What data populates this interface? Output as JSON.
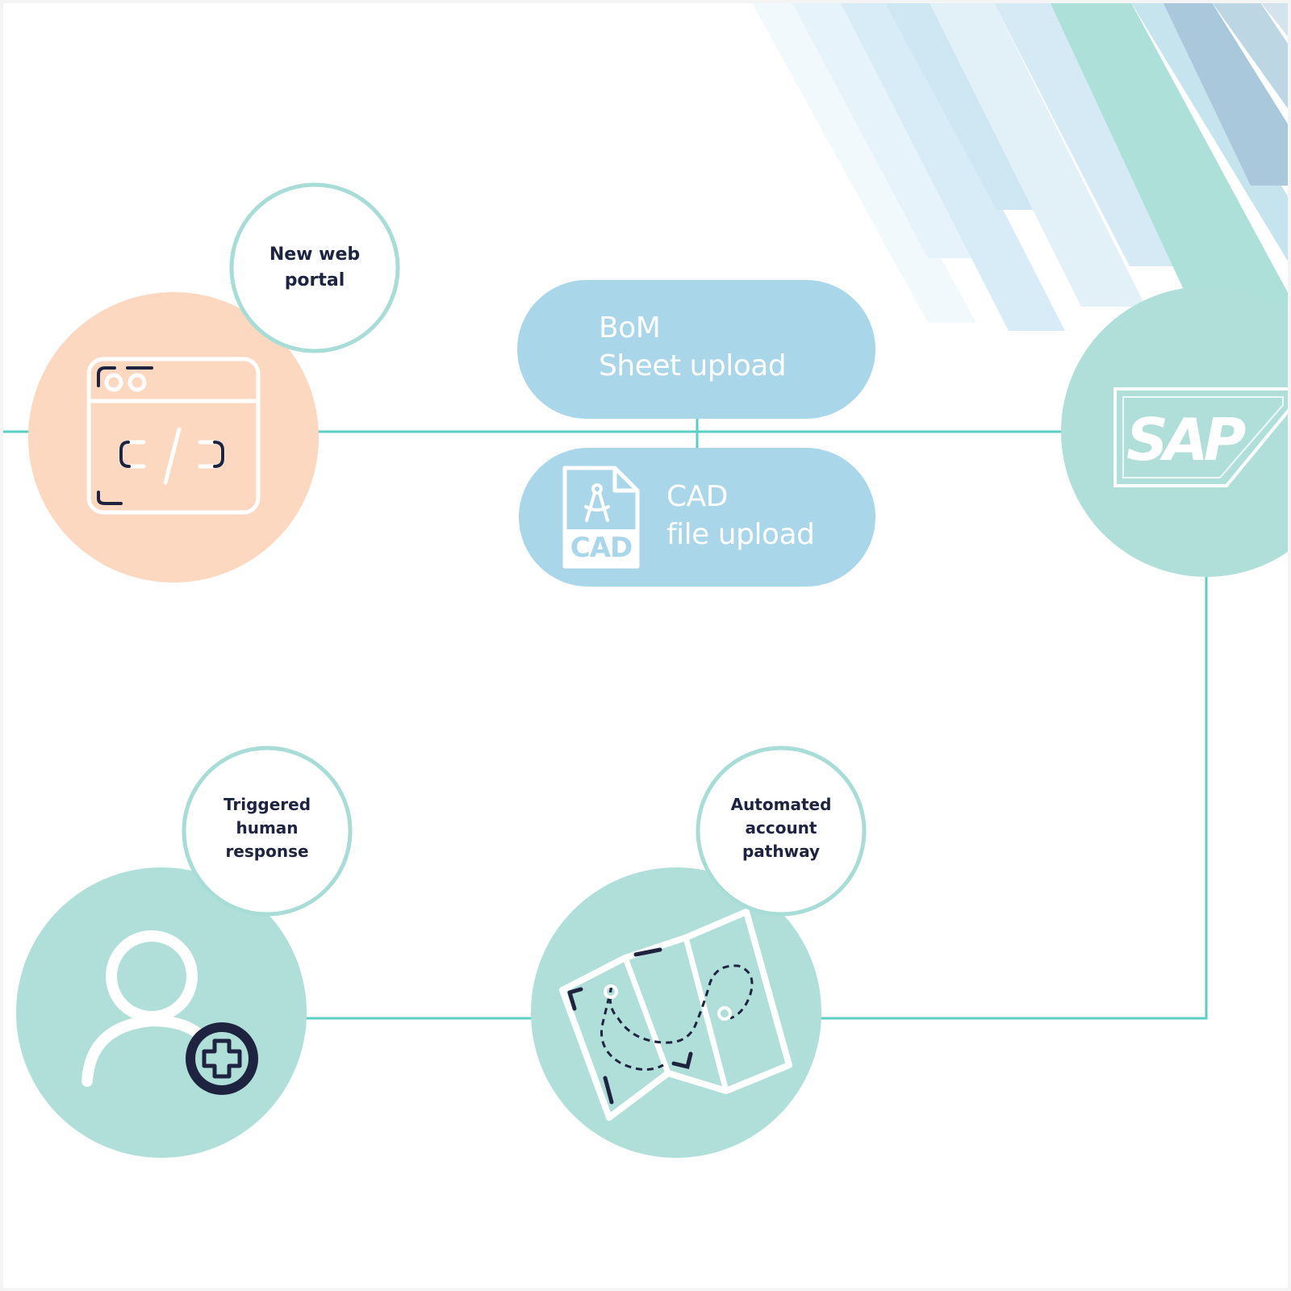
{
  "colors": {
    "teal_circle": "#b0dfd9",
    "peach_circle": "#fcd8c0",
    "pill_blue": "#aad6e9",
    "connector": "#5ccfc4",
    "label_ring": "#a8dcd6",
    "ink": "#1e2440",
    "white": "#ffffff"
  },
  "nodes": {
    "web_portal": {
      "label_lines": [
        "New web",
        "portal"
      ],
      "icon": "code-window-icon"
    },
    "bom_upload": {
      "text_lines": [
        "BoM",
        "Sheet upload"
      ]
    },
    "cad_upload": {
      "text_lines": [
        "CAD",
        "file upload"
      ],
      "icon": "cad-file-icon",
      "icon_text": "CAD"
    },
    "sap": {
      "logo_text": "SAP",
      "icon": "sap-logo-icon"
    },
    "human_response": {
      "label_lines": [
        "Triggered",
        "human",
        "response"
      ],
      "icon": "add-user-icon"
    },
    "account_pathway": {
      "label_lines": [
        "Automated",
        "account",
        "pathway"
      ],
      "icon": "route-map-icon"
    }
  }
}
